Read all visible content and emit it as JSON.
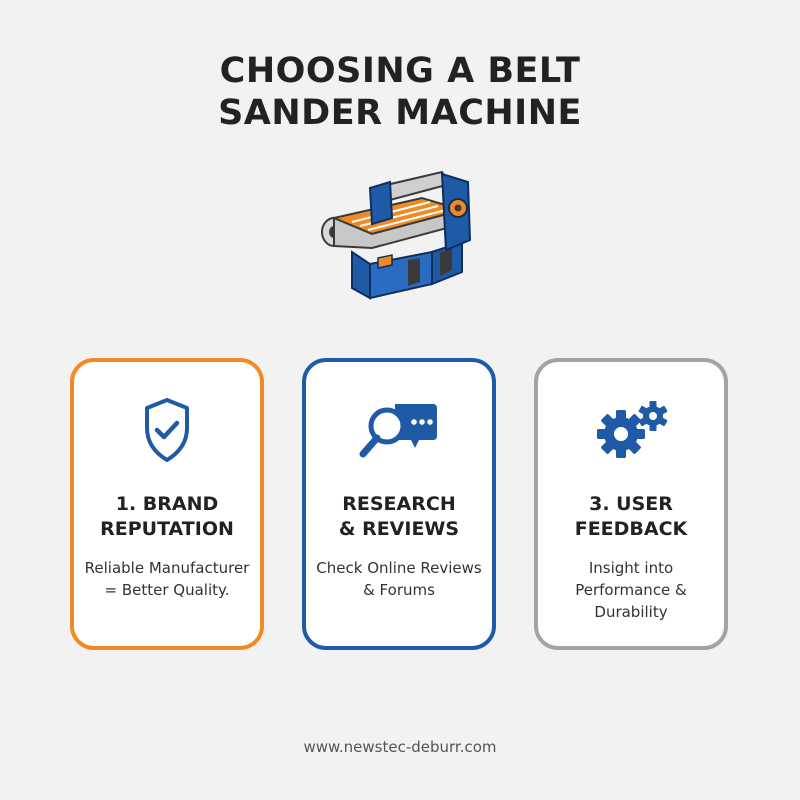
{
  "title": {
    "line1": "CHOOSING A BELT",
    "line2": "SANDER MACHINE"
  },
  "colors": {
    "orange": "#f08a24",
    "blue": "#1f5aa6",
    "gray": "#a3a3a3",
    "dark_gray": "#3a3a3a"
  },
  "cards": [
    {
      "heading_line1": "1. BRAND",
      "heading_line2": "REPUTATION",
      "desc_line1": "Reliable Manufacturer",
      "desc_line2": "= Better Quality.",
      "desc_line3": "",
      "icon": "shield-check-icon"
    },
    {
      "heading_line1": "RESEARCH",
      "heading_line2": "& REVIEWS",
      "desc_line1": "Check Online Reviews",
      "desc_line2": "& Forums",
      "desc_line3": "",
      "icon": "magnifier-chat-icon"
    },
    {
      "heading_line1": "3. USER",
      "heading_line2": "FEEDBACK",
      "desc_line1": "Insight into",
      "desc_line2": "Performance &",
      "desc_line3": "Durability",
      "icon": "gears-icon"
    }
  ],
  "footer": {
    "url": "www.newstec-deburr.com"
  }
}
